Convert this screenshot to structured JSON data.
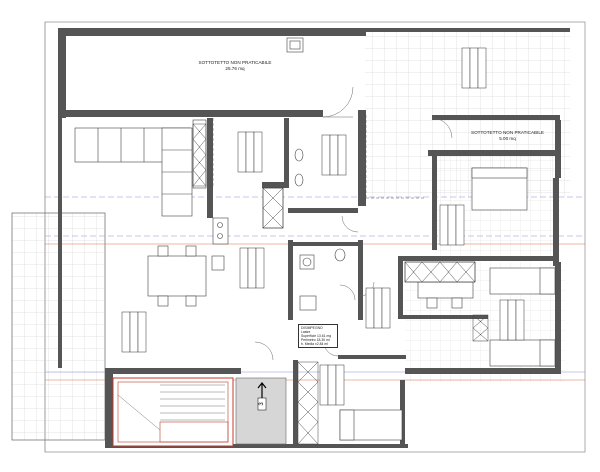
{
  "rooms": {
    "attic_left": {
      "title": "SOTTOTETTO NON PRATICABILE",
      "area": "25.76 mq"
    },
    "attic_right": {
      "title": "SOTTOTETTO NON PRATICABILE",
      "area": "5.00 mq"
    },
    "disimpegno": {
      "title": "DISIMPEGNO",
      "rows": [
        "Lastre",
        "Superficie  13.61 mq",
        "Perimetro   18.30 ml",
        "h. Media    ±2.84 ml"
      ]
    }
  },
  "stair": {
    "tag": "3"
  },
  "colors": {
    "wall": "#555555",
    "grid": "#b8b8b8",
    "axis_red": "#e06a4a",
    "axis_blue": "#8a90d8",
    "stair_red": "#c0392b"
  }
}
